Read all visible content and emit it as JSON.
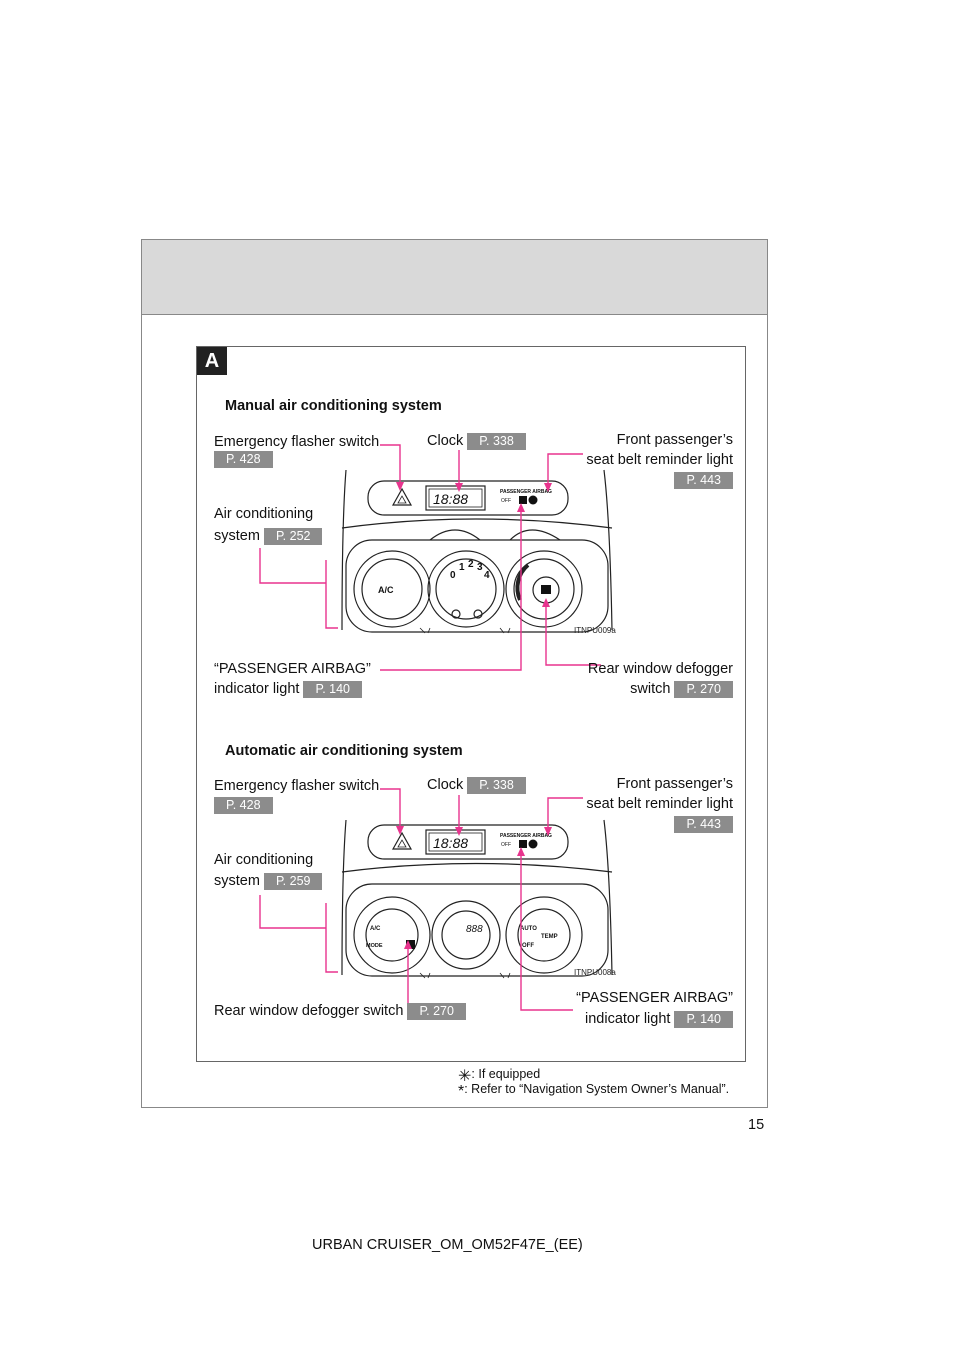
{
  "page": {
    "number": "15",
    "footer": "URBAN CRUISER_OM_OM52F47E_(EE)"
  },
  "section_badge": "A",
  "manual": {
    "title": "Manual air conditioning system",
    "emergency_flasher": {
      "label": "Emergency flasher switch",
      "page": "P. 428"
    },
    "clock": {
      "label": "Clock",
      "page": "P. 338"
    },
    "seat_belt": {
      "line1": "Front passenger’s",
      "line2": "seat belt reminder light",
      "page": "P. 443"
    },
    "air_conditioning": {
      "line1": "Air conditioning",
      "line2": "system",
      "page": "P. 252"
    },
    "airbag_indicator": {
      "line1": "“PASSENGER AIRBAG”",
      "line2": "indicator light",
      "page": "P. 140"
    },
    "rear_defogger": {
      "line1": "Rear window defogger",
      "line2": "switch",
      "page": "P. 270"
    },
    "image_code": "ITNPU009a"
  },
  "automatic": {
    "title": "Automatic air conditioning system",
    "emergency_flasher": {
      "label": "Emergency flasher switch",
      "page": "P. 428"
    },
    "clock": {
      "label": "Clock",
      "page": "P. 338"
    },
    "seat_belt": {
      "line1": "Front passenger’s",
      "line2": "seat belt reminder light",
      "page": "P. 443"
    },
    "air_conditioning": {
      "line1": "Air conditioning",
      "line2": "system",
      "page": "P. 259"
    },
    "rear_defogger": {
      "label": "Rear window defogger switch",
      "page": "P. 270"
    },
    "airbag_indicator": {
      "line1": "“PASSENGER AIRBAG”",
      "line2": "indicator light",
      "page": "P. 140"
    },
    "image_code": "ITNPU008a"
  },
  "panel_text": {
    "passenger_airbag": "PASSENGER  AIRBAG",
    "off": "OFF",
    "clock_digits": "18:88",
    "ac": "A/C",
    "mode": "MODE",
    "auto": "AUTO",
    "temp": "TEMP",
    "off_btn": "OFF",
    "fan_speeds": [
      "0",
      "1",
      "2",
      "3",
      "4"
    ],
    "auto_display": "888"
  },
  "footnotes": [
    {
      "mark": "✳",
      "text": ": If equipped"
    },
    {
      "mark": "*",
      "text": ": Refer to “Navigation System Owner’s Manual”."
    }
  ],
  "colors": {
    "leader": "#e8348e",
    "page_ref": "#8c8c8c",
    "header_band": "#d9d9d9"
  }
}
